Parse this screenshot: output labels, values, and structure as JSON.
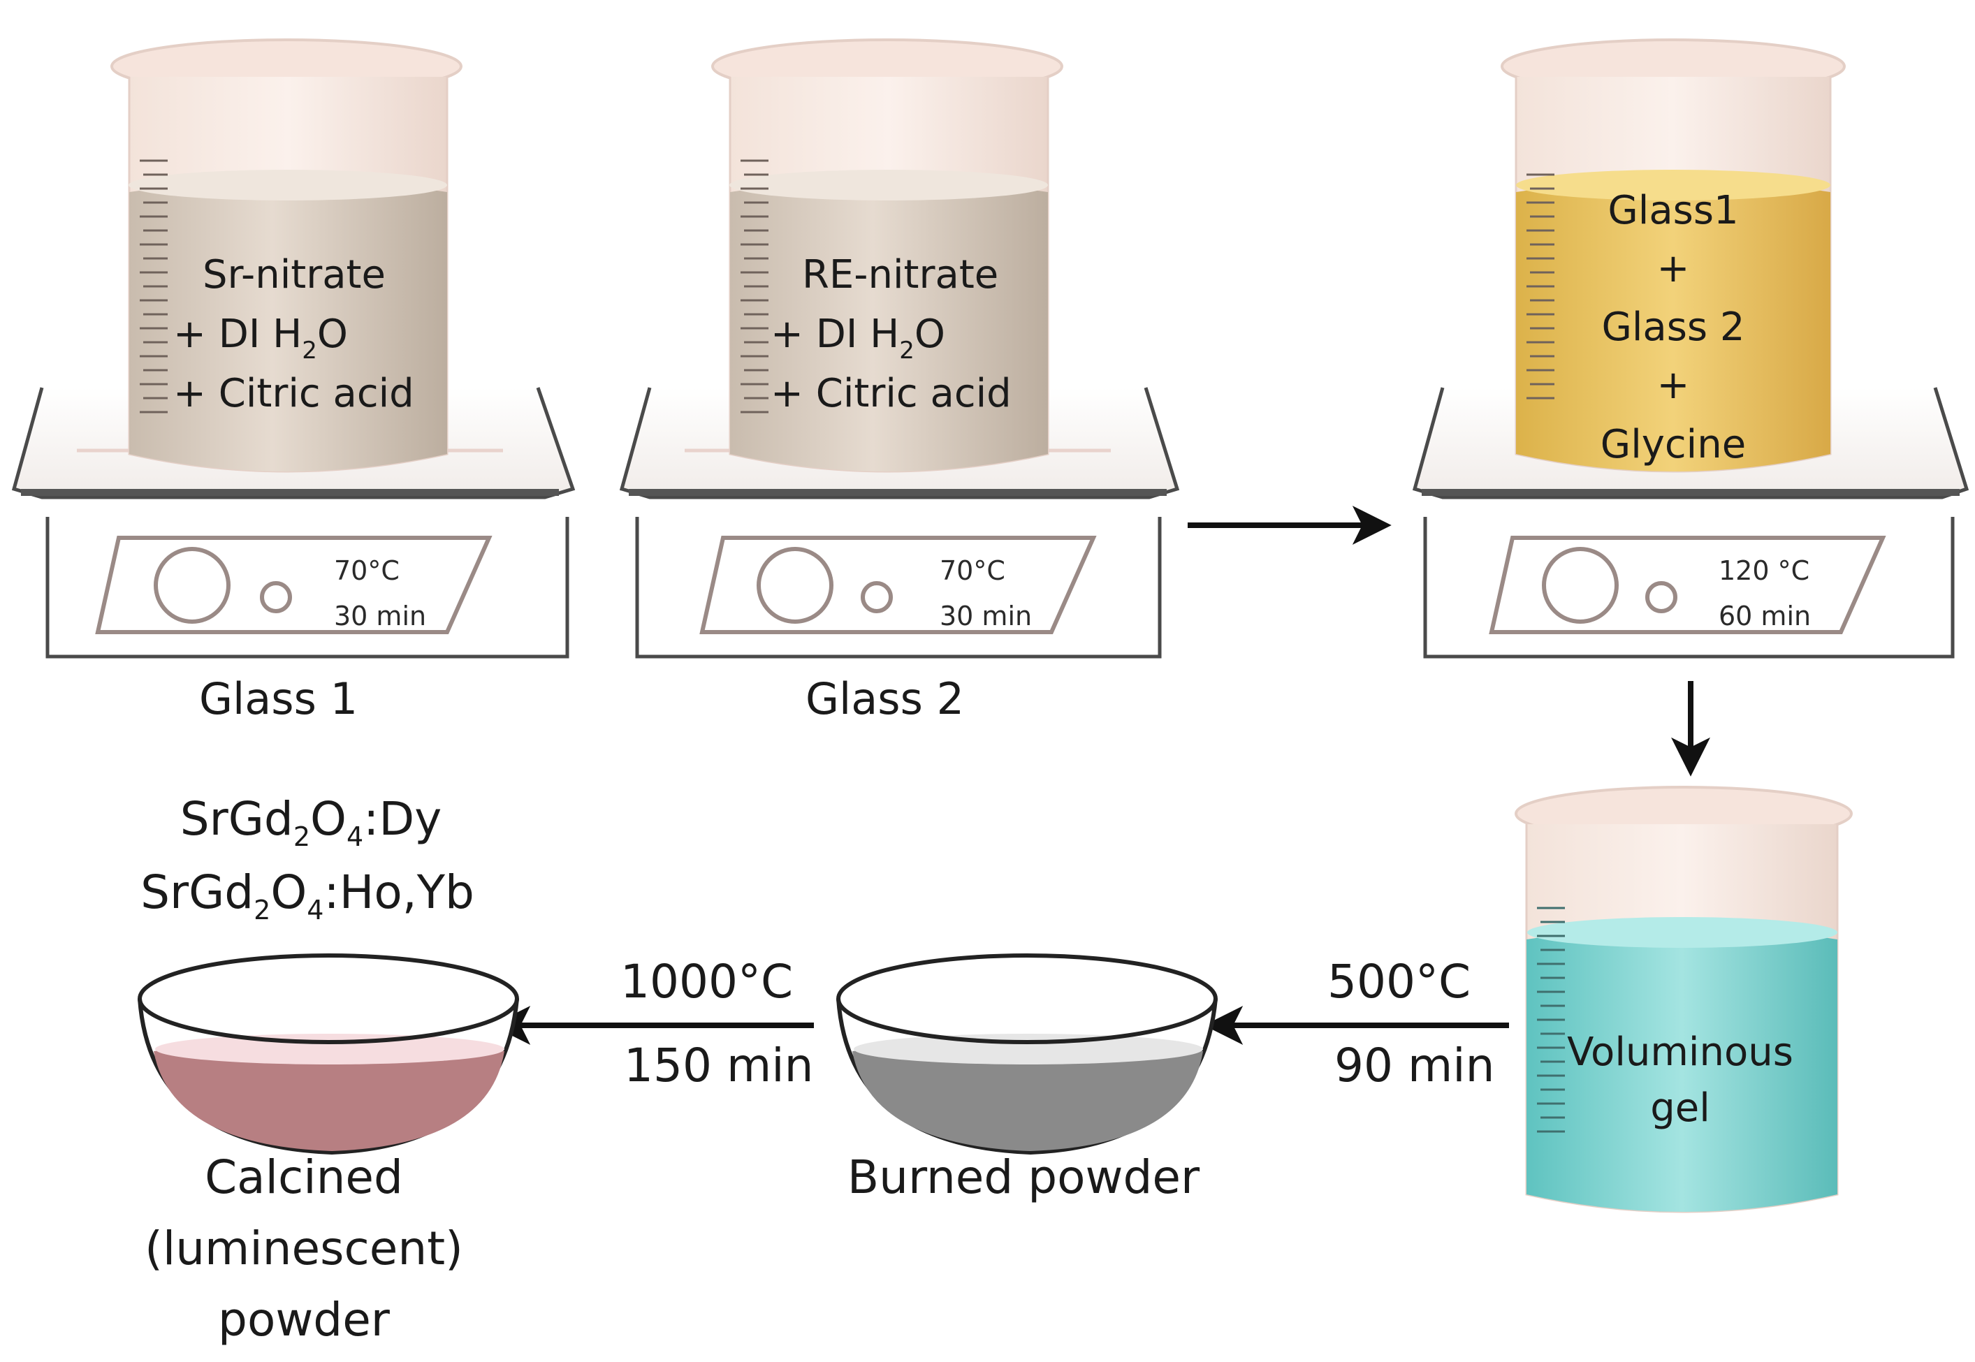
{
  "beakers": {
    "glass1": {
      "line1": "Sr-nitrate",
      "line2_pre": "+ DI H",
      "line2_sub": "2",
      "line2_post": "O",
      "line3": "+ Citric acid",
      "dial_temp": "70°C",
      "dial_time": "30 min",
      "caption": "Glass 1"
    },
    "glass2": {
      "line1": "RE-nitrate",
      "line2_pre": "+ DI H",
      "line2_sub": "2",
      "line2_post": "O",
      "line3": "+ Citric acid",
      "dial_temp": "70°C",
      "dial_time": "30 min",
      "caption": "Glass 2"
    },
    "mix": {
      "line1": "Glass1",
      "line2": "+",
      "line3": "Glass 2",
      "line4": "+",
      "line5": "Glycine",
      "dial_temp": "120 °C",
      "dial_time": "60 min"
    },
    "gel": {
      "line1": "Voluminous",
      "line2": "gel"
    }
  },
  "steps": {
    "burn": {
      "temp": "500°C",
      "time": "90 min"
    },
    "calcine": {
      "temp": "1000°C",
      "time": "150 min"
    }
  },
  "bowls": {
    "burned": {
      "caption": "Burned powder"
    },
    "calcined": {
      "line1": "Calcined",
      "line2": "(luminescent)",
      "line3": "powder"
    }
  },
  "products": {
    "p1": {
      "a": "SrGd",
      "s1": "2",
      "b": "O",
      "s2": "4",
      "c": ":Dy"
    },
    "p2": {
      "a": "SrGd",
      "s1": "2",
      "b": "O",
      "s2": "4",
      "c": ":Ho,Yb"
    }
  },
  "colors": {
    "beaker_liquid_1": "#d9cdc0",
    "beaker_liquid_2": "#d9cdc0",
    "mix_liquid": "#e8c86a",
    "gel_liquid": "#7fd3d0",
    "burned_powder": "#8a8a8a",
    "calcined_powder": "#b77f82",
    "arrow": "#111111"
  }
}
